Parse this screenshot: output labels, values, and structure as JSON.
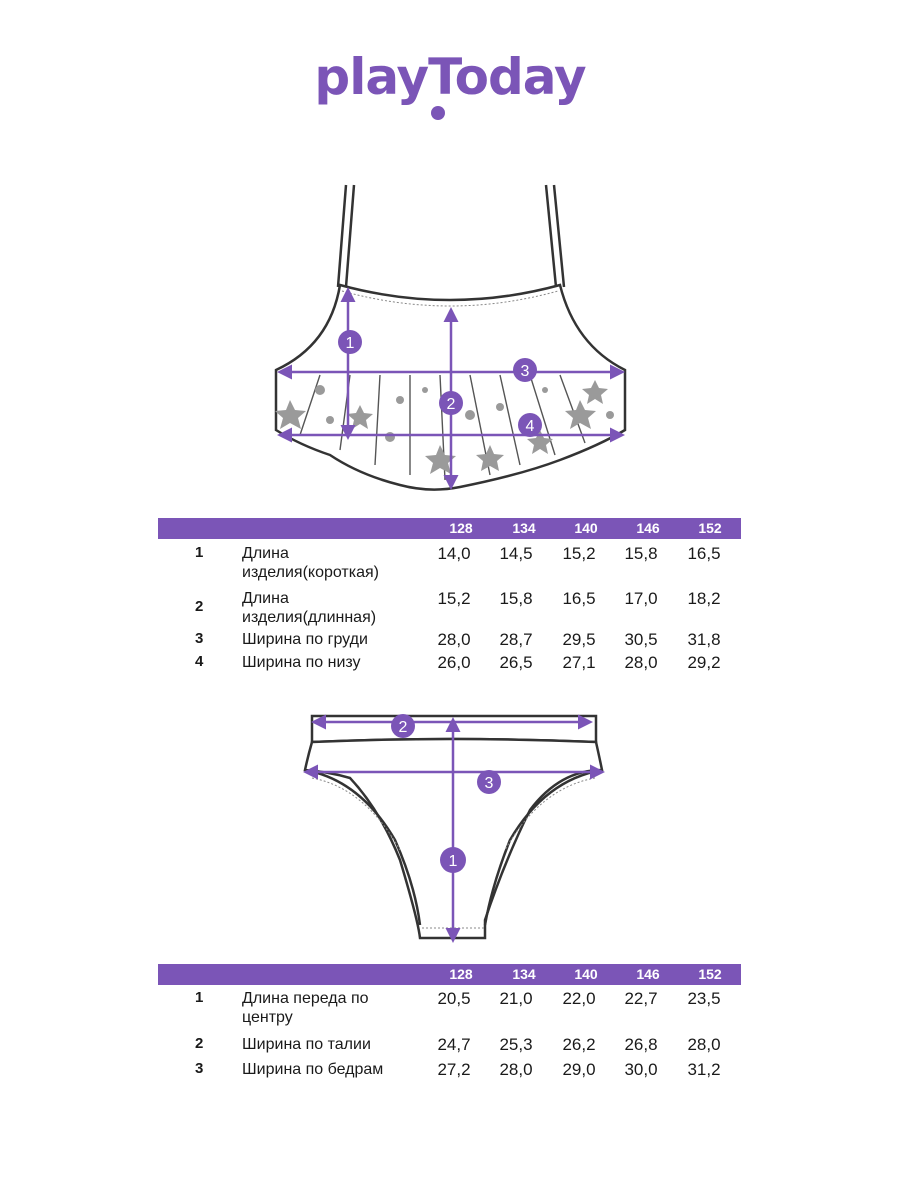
{
  "brand": {
    "logo_text": "playToday",
    "accent": "#7b55b7"
  },
  "top": {
    "sizes": [
      "128",
      "134",
      "140",
      "146",
      "152"
    ],
    "rows": [
      {
        "num": "1",
        "label": "Длина изделия(короткая)",
        "values": [
          "14,0",
          "14,5",
          "15,2",
          "15,8",
          "16,5"
        ]
      },
      {
        "num": "2",
        "label": "Длина изделия(длинная)",
        "values": [
          "15,2",
          "15,8",
          "16,5",
          "17,0",
          "18,2"
        ]
      },
      {
        "num": "3",
        "label": "Ширина по груди",
        "values": [
          "28,0",
          "28,7",
          "29,5",
          "30,5",
          "31,8"
        ]
      },
      {
        "num": "4",
        "label": "Ширина по низу",
        "values": [
          "26,0",
          "26,5",
          "27,1",
          "28,0",
          "29,2"
        ]
      }
    ],
    "markers": [
      "1",
      "2",
      "3",
      "4"
    ]
  },
  "bottom": {
    "sizes": [
      "128",
      "134",
      "140",
      "146",
      "152"
    ],
    "rows": [
      {
        "num": "1",
        "label": "Длина переда по центру",
        "values": [
          "20,5",
          "21,0",
          "22,0",
          "22,7",
          "23,5"
        ]
      },
      {
        "num": "2",
        "label": "Ширина по талии",
        "values": [
          "24,7",
          "25,3",
          "26,2",
          "26,8",
          "28,0"
        ]
      },
      {
        "num": "3",
        "label": "Ширина по бедрам",
        "values": [
          "27,2",
          "28,0",
          "29,0",
          "30,0",
          "31,2"
        ]
      }
    ],
    "markers": [
      "1",
      "2",
      "3"
    ]
  }
}
